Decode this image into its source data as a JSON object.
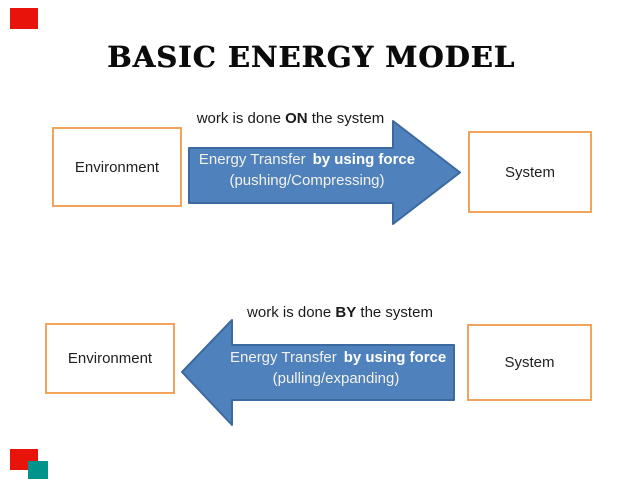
{
  "title": "BASIC ENERGY MODEL",
  "colors": {
    "slide_bg": "#FFFFFF",
    "title_text": "#0B0B0B",
    "caption_text": "#1A1A1A",
    "box_border": "#F2A45C",
    "box_fill": "#FFFFFF",
    "box_text": "#1F1F1F",
    "arrow_fill": "#4F81BD",
    "arrow_border": "#3C6A9F",
    "arrow_text": "#F3F2EA",
    "arrow_text_bold": "#FFFFFF",
    "red_marker": "#E8140C",
    "teal_marker": "#00938C"
  },
  "markers": {
    "top_left": "red-marker",
    "bottom_left": "red-marker",
    "bottom_left_overlay": "teal-marker"
  },
  "top_diagram": {
    "caption_pre": "work is done ",
    "caption_bold": "ON",
    "caption_post": " the system",
    "left_box_label": "Environment",
    "right_box_label": "System",
    "arrow_direction": "right",
    "arrow_text_regular": "Energy Transfer",
    "arrow_text_bold": "by using force",
    "arrow_text_line2": "(pushing/Compressing)"
  },
  "bottom_diagram": {
    "caption_pre": "work is done ",
    "caption_bold": "BY",
    "caption_post": " the system",
    "left_box_label": "Environment",
    "right_box_label": "System",
    "arrow_direction": "left",
    "arrow_text_regular": "Energy Transfer",
    "arrow_text_bold": "by using force",
    "arrow_text_line2": "(pulling/expanding)"
  }
}
